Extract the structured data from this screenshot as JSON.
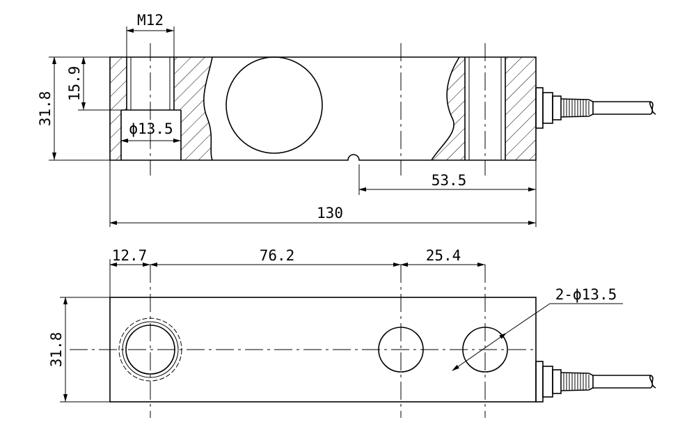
{
  "colors": {
    "line": "#000000",
    "background": "#ffffff"
  },
  "side_view": {
    "thread_label": "M12",
    "depth_label": "15.9",
    "height_label": "31.8",
    "bore_label": "ϕ13.5",
    "offset_label": "53.5",
    "length_label": "130"
  },
  "top_view": {
    "edge_label": "12.7",
    "pitch_label": "76.2",
    "hole_spacing_label": "25.4",
    "holes_label": "2-ϕ13.5",
    "height_label": "31.8"
  }
}
